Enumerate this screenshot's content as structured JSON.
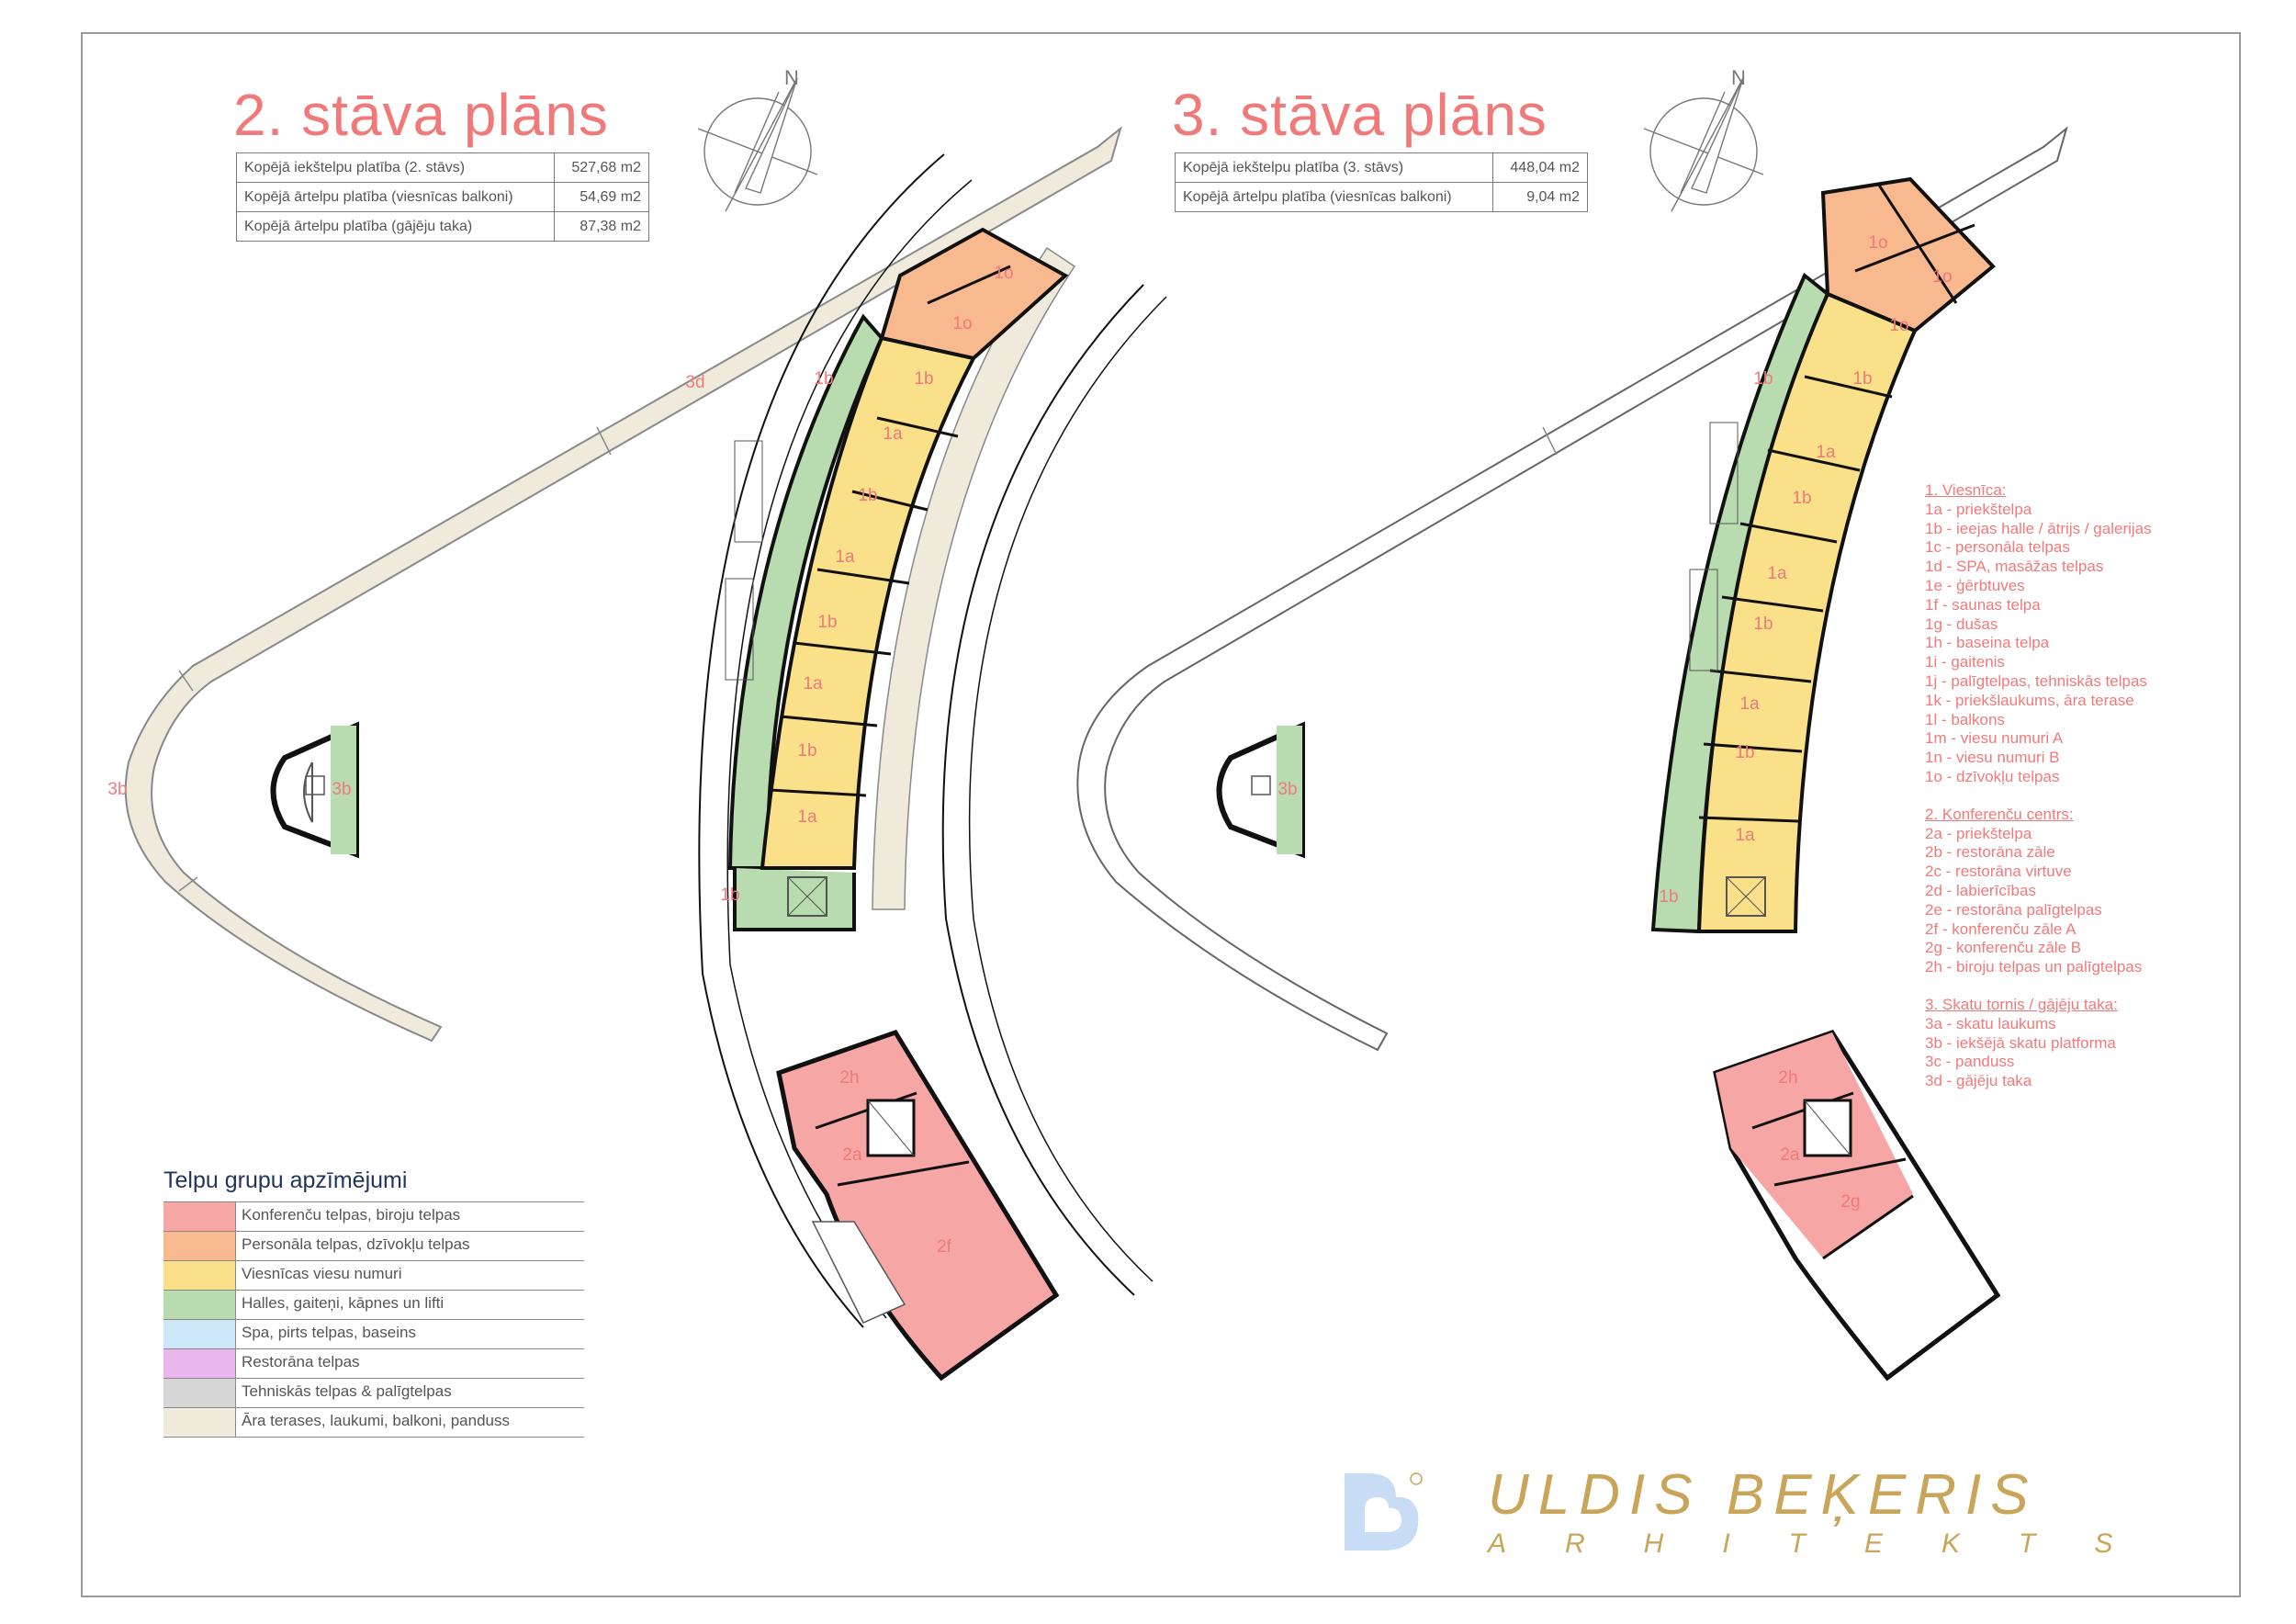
{
  "plan2": {
    "title": "2. stāva plāns",
    "north": "N",
    "areas": [
      {
        "label": "Kopējā iekštelpu platība (2. stāvs)",
        "value": "527,68 m2"
      },
      {
        "label": "Kopējā ārtelpu platība (viesnīcas balkoni)",
        "value": "54,69 m2"
      },
      {
        "label": "Kopējā ārtelpu platība (gājēju taka)",
        "value": "87,38 m2"
      }
    ],
    "rooms": {
      "r1o_a": "1o",
      "r1o_b": "1o",
      "r1b_hall": "1b",
      "r1b_1": "1b",
      "r1b_2": "1b",
      "r1b_3": "1b",
      "r1b_4": "1b",
      "r1b_bottom": "1b",
      "r1a_1": "1a",
      "r1a_2": "1a",
      "r1a_3": "1a",
      "r1a_4": "1a",
      "r3d": "3d",
      "r3b_ramp": "3b",
      "r3b_tower": "3b",
      "r2h": "2h",
      "r2a": "2a",
      "r2f": "2f"
    }
  },
  "plan3": {
    "title": "3. stāva plāns",
    "north": "N",
    "areas": [
      {
        "label": "Kopējā iekštelpu platība (3. stāvs)",
        "value": "448,04 m2"
      },
      {
        "label": "Kopējā ārtelpu platība (viesnīcas balkoni)",
        "value": "9,04 m2"
      }
    ],
    "rooms": {
      "r1o_a": "1o",
      "r1o_b": "1o",
      "r1o_c": "1o",
      "r1b_hall": "1b",
      "r1b_1": "1b",
      "r1b_2": "1b",
      "r1b_3": "1b",
      "r1b_4": "1b",
      "r1b_bottom": "1b",
      "r1a_1": "1a",
      "r1a_2": "1a",
      "r1a_3": "1a",
      "r1a_4": "1a",
      "r3b_tower": "3b",
      "r2h": "2h",
      "r2a": "2a",
      "r2g": "2g"
    }
  },
  "legend": {
    "title": "Telpu grupu apzīmējumi",
    "items": [
      {
        "color": "#f7a6a6",
        "label": "Konferenču telpas, biroju telpas"
      },
      {
        "color": "#f9b98f",
        "label": "Personāla telpas, dzīvokļu telpas"
      },
      {
        "color": "#fbe08a",
        "label": "Viesnīcas viesu numuri"
      },
      {
        "color": "#b9dbb0",
        "label": "Halles, gaiteņi, kāpnes un lifti"
      },
      {
        "color": "#cde6f8",
        "label": "Spa, pirts telpas, baseins"
      },
      {
        "color": "#eab6ee",
        "label": "Restorāna telpas"
      },
      {
        "color": "#d6d6d6",
        "label": "Tehniskās telpas & palīgtelpas"
      },
      {
        "color": "#efeadc",
        "label": "Āra terases, laukumi, balkoni, panduss"
      }
    ]
  },
  "key": {
    "groups": [
      {
        "title": "1. Viesnīca:",
        "items": [
          "1a - priekštelpa",
          "1b - ieejas halle / ātrijs / galerijas",
          "1c - personāla telpas",
          "1d - SPA, masāžas telpas",
          "1e - ģērbtuves",
          "1f - saunas telpa",
          "1g - dušas",
          "1h - baseina telpa",
          "1i - gaitenis",
          "1j - palīgtelpas,  tehniskās telpas",
          "1k - priekšlaukums, āra terase",
          "1l - balkons",
          "1m - viesu numuri A",
          "1n - viesu numuri B",
          "1o - dzīvokļu telpas"
        ]
      },
      {
        "title": "2. Konferenču centrs:",
        "items": [
          "2a - priekštelpa",
          "2b - restorāna zāle",
          "2c - restorāna virtuve",
          "2d - labierīcības",
          "2e - restorāna palīgtelpas",
          "2f - konferenču zāle A",
          "2g - konferenču zāle B",
          "2h - biroju telpas un palīgtelpas"
        ]
      },
      {
        "title": "3. Skatu tornis / gājēju taka:",
        "items": [
          "3a - skatu laukums",
          "3b - iekšējā skatu platforma",
          "3c - panduss",
          "3d - gājēju taka"
        ]
      }
    ]
  },
  "brand": {
    "name": "ULDIS BEĶERIS",
    "subtitle": "ARHITEKTS"
  },
  "colors": {
    "title": "#f07a7a",
    "label": "#f07a7a",
    "wall": "#111111",
    "conference": "#f7a6a6",
    "staff": "#f9b98f",
    "guest": "#fbe08a",
    "hall": "#b9dbb0",
    "outdoor": "#efeadc",
    "brand": "#c9a55a",
    "logo": "#c9dcf5"
  }
}
